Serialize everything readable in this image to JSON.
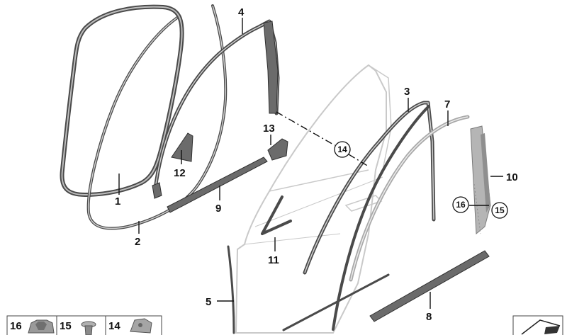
{
  "callouts": [
    {
      "id": "1",
      "label": "1"
    },
    {
      "id": "2",
      "label": "2"
    },
    {
      "id": "3",
      "label": "3"
    },
    {
      "id": "4",
      "label": "4"
    },
    {
      "id": "5",
      "label": "5"
    },
    {
      "id": "7",
      "label": "7"
    },
    {
      "id": "8",
      "label": "8"
    },
    {
      "id": "9",
      "label": "9"
    },
    {
      "id": "10",
      "label": "10"
    },
    {
      "id": "11",
      "label": "11"
    },
    {
      "id": "12",
      "label": "12"
    },
    {
      "id": "13",
      "label": "13"
    }
  ],
  "circled_callouts": [
    {
      "id": "14",
      "label": "14"
    },
    {
      "id": "15",
      "label": "15"
    },
    {
      "id": "16",
      "label": "16"
    }
  ],
  "legend": [
    {
      "label": "16"
    },
    {
      "label": "15"
    },
    {
      "label": "14"
    }
  ]
}
